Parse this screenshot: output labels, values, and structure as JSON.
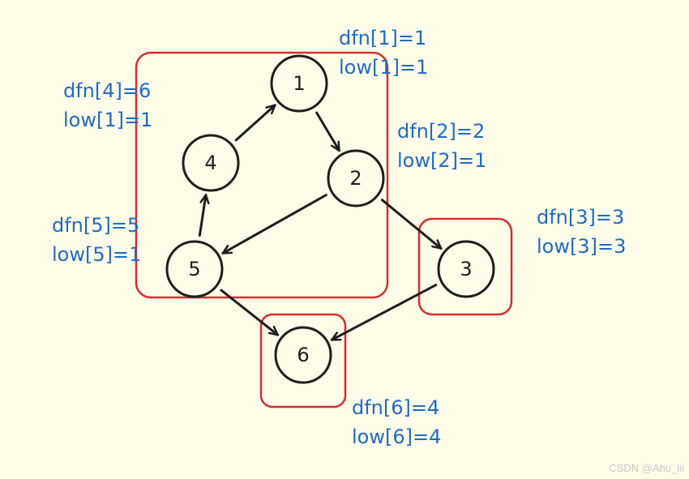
{
  "nodes": [
    {
      "id": "1",
      "label": "1"
    },
    {
      "id": "2",
      "label": "2"
    },
    {
      "id": "3",
      "label": "3"
    },
    {
      "id": "4",
      "label": "4"
    },
    {
      "id": "5",
      "label": "5"
    },
    {
      "id": "6",
      "label": "6"
    }
  ],
  "edges": [
    {
      "from": "1",
      "to": "2"
    },
    {
      "from": "2",
      "to": "3"
    },
    {
      "from": "2",
      "to": "5"
    },
    {
      "from": "5",
      "to": "4"
    },
    {
      "from": "4",
      "to": "1"
    },
    {
      "from": "5",
      "to": "6"
    },
    {
      "from": "3",
      "to": "6"
    }
  ],
  "annotations": {
    "n1": {
      "dfn": "dfn[1]=1",
      "low": "low[1]=1"
    },
    "n2": {
      "dfn": "dfn[2]=2",
      "low": "low[2]=1"
    },
    "n3": {
      "dfn": "dfn[3]=3",
      "low": "low[3]=3"
    },
    "n4": {
      "dfn": "dfn[4]=6",
      "low": "low[1]=1"
    },
    "n5": {
      "dfn": "dfn[5]=5",
      "low": "low[5]=1"
    },
    "n6": {
      "dfn": "dfn[6]=4",
      "low": "low[6]=4"
    }
  },
  "watermark": "CSDN @Ahu_iii",
  "colors": {
    "node_stroke": "#1d1d1d",
    "edge": "#1d1d1d",
    "scc_box": "#d32f2f",
    "annotation_text": "#1e6bc3",
    "background": "#fffde9"
  }
}
